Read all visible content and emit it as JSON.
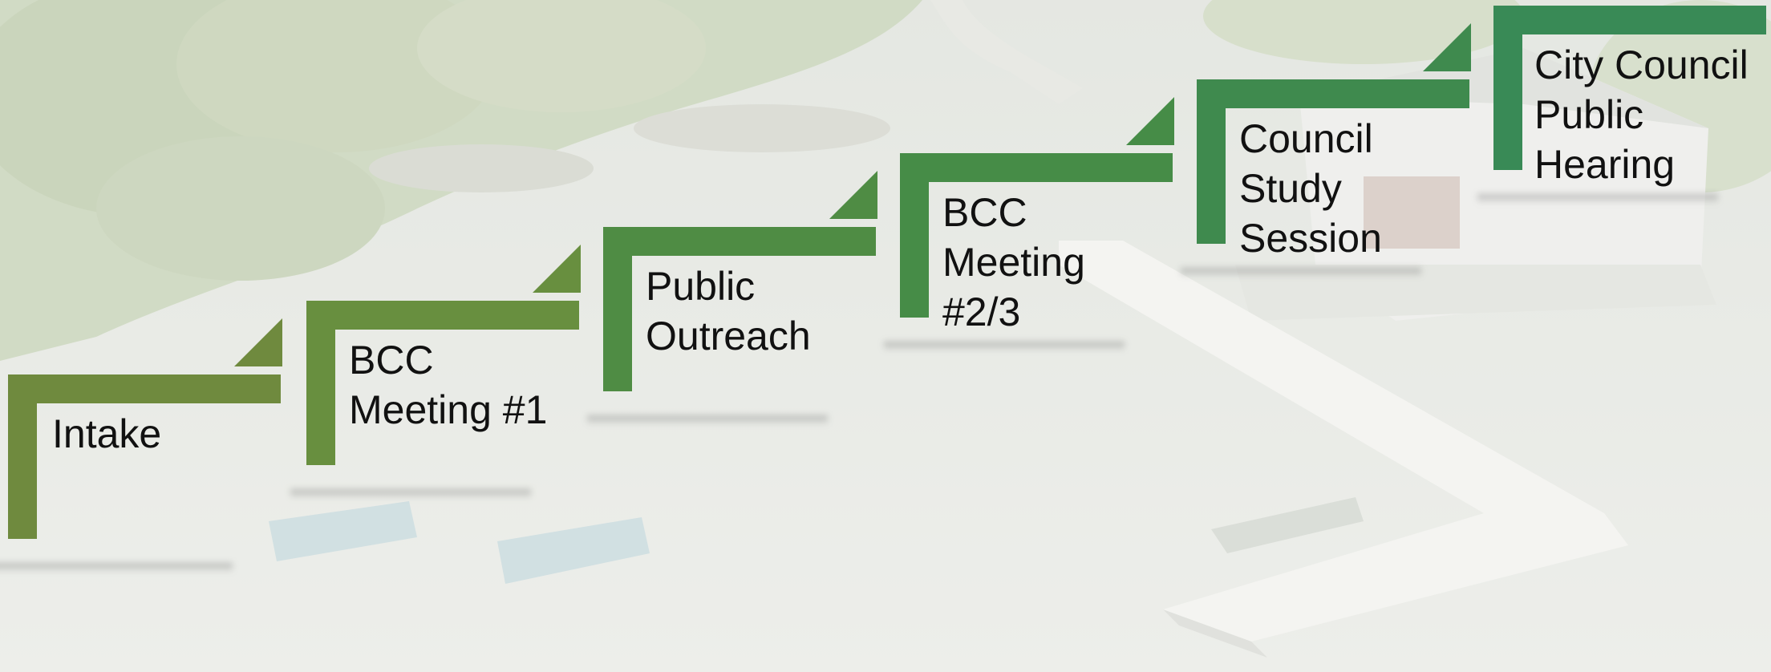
{
  "diagram": {
    "steps": [
      {
        "label": "Intake",
        "color": "#6f8a3e"
      },
      {
        "label": "BCC\nMeeting #1",
        "color": "#688f3f"
      },
      {
        "label": "Public\nOutreach",
        "color": "#4f8c44"
      },
      {
        "label": "BCC\nMeeting\n#2/3",
        "color": "#468c47"
      },
      {
        "label": "Council\nStudy\nSession",
        "color": "#3f8a4e"
      },
      {
        "label": "City Council\nPublic\nHearing",
        "color": "#398a56"
      }
    ],
    "background": {
      "description_colors": {
        "water": "#d9dcd6",
        "trees": "#b8c6a4",
        "dock": "#eeeee8"
      }
    }
  }
}
